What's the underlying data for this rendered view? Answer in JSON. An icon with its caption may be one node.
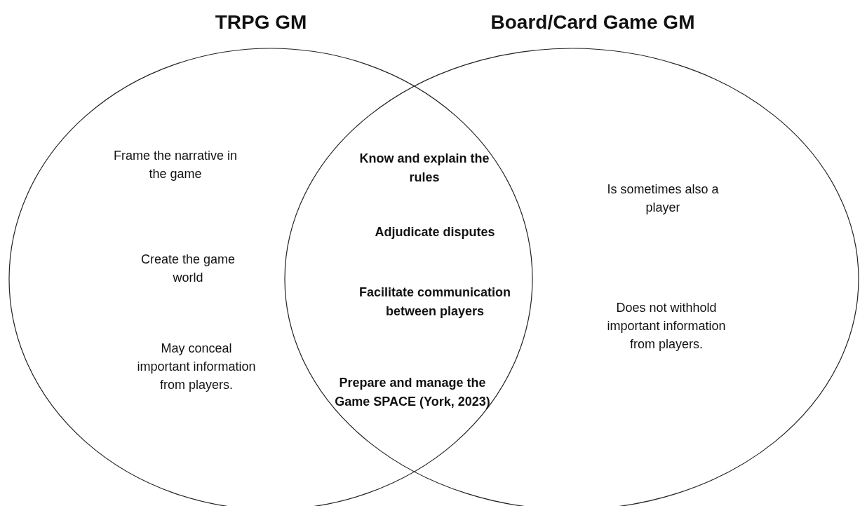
{
  "diagram": {
    "nodes": [
      {
        "text": [
          "TRPG GM",
          "Frame the narrative in the game",
          "Create the game world",
          "May conceal important information from players."
        ]
      },
      {
        "text": [
          "Board/Card Game GM",
          "Is sometimes also a player",
          "Does not withhold important information from players."
        ]
      }
    ],
    "labels": [
      "Know and explain the rules",
      "Adjudicate disputes",
      "Facilitate communication between players",
      "Prepare and manage the Game SPACE (York, 2023)"
    ]
  }
}
